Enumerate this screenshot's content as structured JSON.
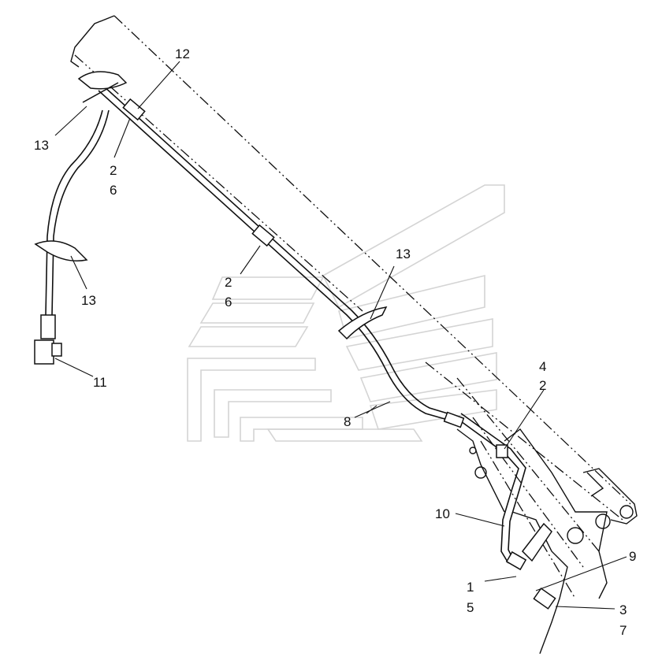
{
  "diagram": {
    "callouts": [
      {
        "id": "c12",
        "lines": [
          "12"
        ]
      },
      {
        "id": "c13a",
        "lines": [
          "13"
        ]
      },
      {
        "id": "c26a",
        "lines": [
          "2",
          "6"
        ]
      },
      {
        "id": "c13b",
        "lines": [
          "13"
        ]
      },
      {
        "id": "c26b",
        "lines": [
          "2",
          "6"
        ]
      },
      {
        "id": "c13c",
        "lines": [
          "13"
        ]
      },
      {
        "id": "c11",
        "lines": [
          "11"
        ]
      },
      {
        "id": "c42",
        "lines": [
          "4",
          "2"
        ]
      },
      {
        "id": "c8",
        "lines": [
          "8"
        ]
      },
      {
        "id": "c10",
        "lines": [
          "10"
        ]
      },
      {
        "id": "c9",
        "lines": [
          "9"
        ]
      },
      {
        "id": "c15",
        "lines": [
          "1",
          "5"
        ]
      },
      {
        "id": "c37",
        "lines": [
          "3",
          "7"
        ]
      }
    ]
  }
}
